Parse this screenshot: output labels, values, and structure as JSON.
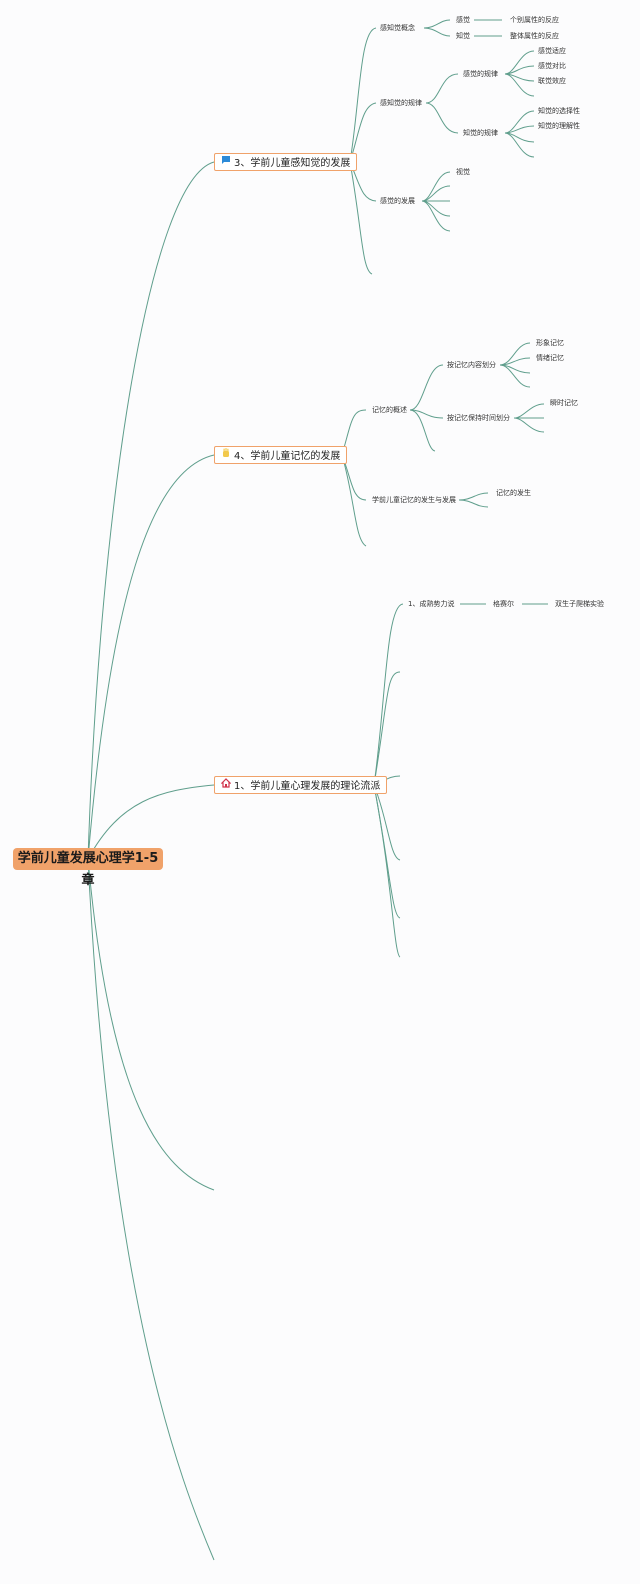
{
  "root": "学前儿童发展心理学1-5章",
  "branch3": {
    "label": "3、学前儿童感知觉的发展",
    "concept": "感知觉概念",
    "sensation": "感觉",
    "sensation_desc": "个别属性的反应",
    "perception": "知觉",
    "perception_desc": "整体属性的反应",
    "laws": "感知觉的规律",
    "sensation_laws": "感觉的规律",
    "sensory_adaptation": "感觉适应",
    "sensory_contrast": "感觉对比",
    "synesthesia": "联觉效应",
    "perception_laws": "知觉的规律",
    "perception_selectivity": "知觉的选择性",
    "perception_understanding": "知觉的理解性",
    "development": "感觉的发展",
    "vision": "视觉"
  },
  "branch4": {
    "label": "4、学前儿童记忆的发展",
    "overview": "记忆的概述",
    "by_content": "按记忆内容划分",
    "image_memory": "形象记忆",
    "emotional_memory": "情绪记忆",
    "by_duration": "按记忆保持时间划分",
    "instant_memory": "瞬时记忆",
    "occurrence_dev": "学前儿童记忆的发生与发展",
    "memory_occurrence": "记忆的发生"
  },
  "branch1": {
    "label": "1、学前儿童心理发展的理论流派",
    "maturation": "1、成熟势力说",
    "gesell": "格赛尔",
    "twin_experiment": "双生子爬梯实验"
  }
}
